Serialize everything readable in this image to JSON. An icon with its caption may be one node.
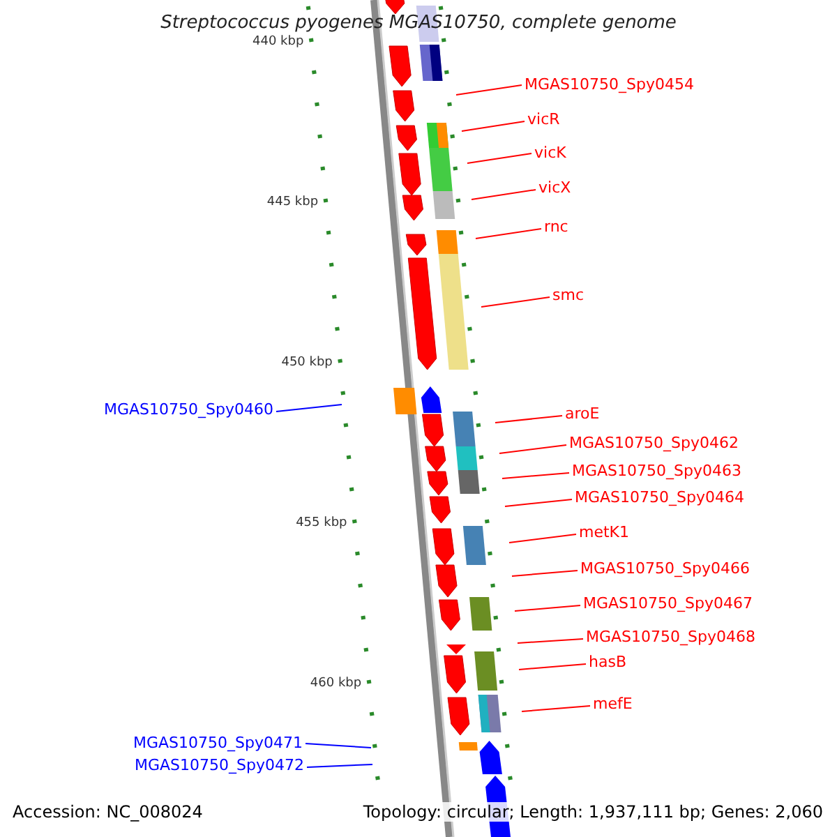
{
  "diagram": {
    "title": "Streptococcus pyogenes MGAS10750, complete genome",
    "nodes": [
      {
        "text": [
          "MGAS10750_Spy0454"
        ]
      },
      {
        "text": [
          "vicR"
        ]
      },
      {
        "text": [
          "vicK"
        ]
      },
      {
        "text": [
          "vicX"
        ]
      },
      {
        "text": [
          "rnc"
        ]
      },
      {
        "text": [
          "smc"
        ]
      },
      {
        "text": [
          "aroE"
        ]
      },
      {
        "text": [
          "MGAS10750_Spy0462"
        ]
      },
      {
        "text": [
          "MGAS10750_Spy0463"
        ]
      },
      {
        "text": [
          "MGAS10750_Spy0464"
        ]
      },
      {
        "text": [
          "metK1"
        ]
      },
      {
        "text": [
          "MGAS10750_Spy0466"
        ]
      },
      {
        "text": [
          "MGAS10750_Spy0467"
        ]
      },
      {
        "text": [
          "MGAS10750_Spy0468"
        ]
      },
      {
        "text": [
          "hasB"
        ]
      },
      {
        "text": [
          "mefE"
        ]
      },
      {
        "text": [
          "MGAS10750_Spy0460"
        ]
      },
      {
        "text": [
          "MGAS10750_Spy0471"
        ]
      },
      {
        "text": [
          "MGAS10750_Spy0472"
        ]
      }
    ],
    "edges": [
      {
        "from": 0,
        "to": null,
        "arrow": "none"
      },
      {
        "from": 1,
        "to": null,
        "arrow": "none"
      },
      {
        "from": 2,
        "to": null,
        "arrow": "none"
      },
      {
        "from": 3,
        "to": null,
        "arrow": "none"
      },
      {
        "from": 4,
        "to": null,
        "arrow": "none"
      },
      {
        "from": 5,
        "to": null,
        "arrow": "none"
      },
      {
        "from": 6,
        "to": null,
        "arrow": "none"
      },
      {
        "from": 7,
        "to": null,
        "arrow": "none"
      },
      {
        "from": 8,
        "to": null,
        "arrow": "none"
      },
      {
        "from": 9,
        "to": null,
        "arrow": "none"
      },
      {
        "from": 10,
        "to": null,
        "arrow": "none"
      },
      {
        "from": 11,
        "to": null,
        "arrow": "none"
      },
      {
        "from": 12,
        "to": null,
        "arrow": "none"
      },
      {
        "from": 13,
        "to": null,
        "arrow": "none"
      },
      {
        "from": 14,
        "to": null,
        "arrow": "none"
      },
      {
        "from": 15,
        "to": null,
        "arrow": "none"
      },
      {
        "from": 16,
        "to": null,
        "arrow": "none",
        "color": "#0000ff"
      },
      {
        "from": 17,
        "to": null,
        "arrow": "none",
        "color": "#0000ff"
      },
      {
        "from": 18,
        "to": null,
        "arrow": "none",
        "color": "#0000ff"
      }
    ],
    "labels": [
      "440 kbp",
      "445 kbp",
      "450 kbp",
      "455 kbp",
      "460 kbp",
      "Accession: NC_008024",
      "Topology: circular; Length: 1,937,111 bp; Genes: 2,060"
    ]
  }
}
